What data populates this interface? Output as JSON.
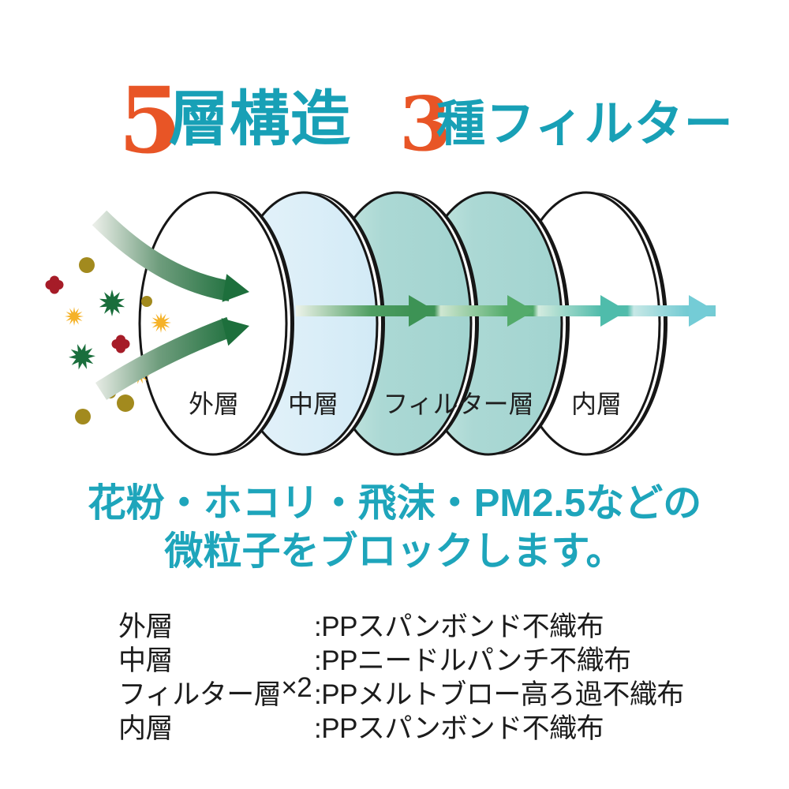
{
  "title": {
    "layers_number": "5",
    "layers_text": "層構造",
    "filters_number": "3",
    "filters_text": "種フィルター"
  },
  "diagram": {
    "layer_labels": [
      "外層",
      "中層",
      "フィルター層",
      "内層"
    ]
  },
  "tagline": {
    "line1": "花粉・ホコリ・飛沫・PM2.5などの",
    "line2": "微粒子をブロックします。"
  },
  "spec_table": {
    "separator": ":",
    "rows": [
      {
        "label": "外層",
        "multiplier": "",
        "material": "PPスパンボンド不織布"
      },
      {
        "label": "中層",
        "multiplier": "",
        "material": "PPニードルパンチ不織布"
      },
      {
        "label": "フィルター層",
        "multiplier": "×2",
        "material": "PPメルトブロー高ろ過不織布"
      },
      {
        "label": "内層",
        "multiplier": "",
        "material": "PPスパンボンド不織布"
      }
    ]
  },
  "colors": {
    "accent_orange": "#e85526",
    "accent_teal": "#18a0b6",
    "tagline_teal": "#1ea5bb",
    "text_black": "#1c1c1c",
    "layer_outline": "#161616",
    "layer_blue_fill": "#d7edf8",
    "layer_teal_fill": "#abd8d4",
    "airflow_dark_green": "#1d6f3c",
    "arrow_green_1": "#3d9355",
    "arrow_green_2": "#54ab6b",
    "arrow_teal_3": "#4fbcab",
    "arrow_teal_4": "#74ccd6",
    "particle_olive": "#a28a1e",
    "particle_red": "#a61c28",
    "particle_green": "#1a6e3c",
    "particle_yellow": "#f5b228"
  }
}
